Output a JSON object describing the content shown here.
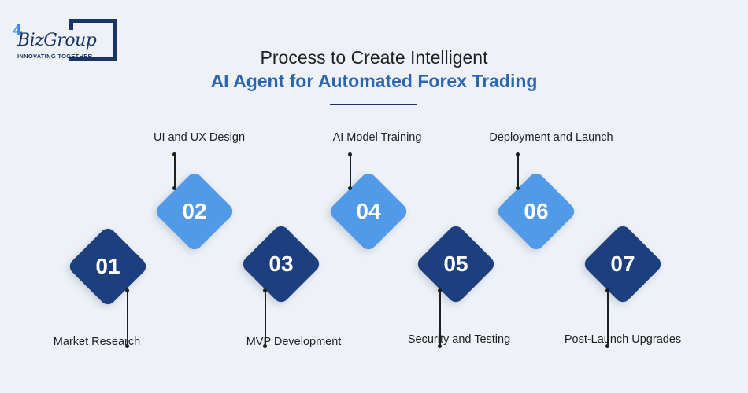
{
  "logo": {
    "word_a": "Biz",
    "word_num": "4",
    "word_b": "Group",
    "tagline": "INNOVATING TOGETHER"
  },
  "title": {
    "line1": "Process to Create Intelligent",
    "line2": "AI Agent for Automated Forex Trading"
  },
  "colors": {
    "dark_step": "#1d3f7e",
    "light_step": "#519ae8",
    "title_accent": "#2c66b0",
    "background": "#eef2f8"
  },
  "steps": [
    {
      "number": "01",
      "label": "Market Research"
    },
    {
      "number": "02",
      "label": "UI and UX Design"
    },
    {
      "number": "03",
      "label": "MVP Development"
    },
    {
      "number": "04",
      "label": "AI Model Training"
    },
    {
      "number": "05",
      "label": "Security and Testing"
    },
    {
      "number": "06",
      "label": "Deployment and Launch"
    },
    {
      "number": "07",
      "label": "Post-Launch Upgrades"
    }
  ]
}
